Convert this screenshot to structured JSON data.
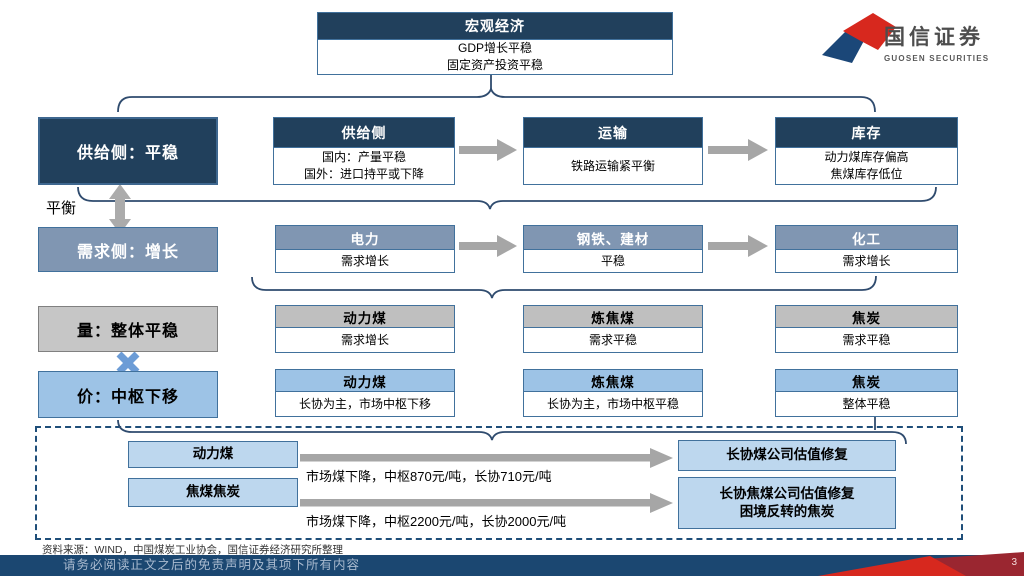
{
  "logo": {
    "cn": "国信证券",
    "en": "GUOSEN SECURITIES"
  },
  "macro": {
    "title": "宏观经济",
    "lines": [
      "GDP增长平稳",
      "固定资产投资平稳"
    ]
  },
  "left_column": {
    "supply": "供给侧：平稳",
    "balance": "平衡",
    "demand": "需求侧：增长",
    "volume": "量：整体平稳",
    "price": "价：中枢下移"
  },
  "rows": {
    "supply": [
      {
        "title": "供给侧",
        "lines": [
          "国内：产量平稳",
          "国外：进口持平或下降"
        ]
      },
      {
        "title": "运输",
        "lines": [
          "铁路运输紧平衡"
        ]
      },
      {
        "title": "库存",
        "lines": [
          "动力煤库存偏高",
          "焦煤库存低位"
        ]
      }
    ],
    "demand": [
      {
        "title": "电力",
        "lines": [
          "需求增长"
        ]
      },
      {
        "title": "钢铁、建材",
        "lines": [
          "平稳"
        ]
      },
      {
        "title": "化工",
        "lines": [
          "需求增长"
        ]
      }
    ],
    "volume": [
      {
        "title": "动力煤",
        "lines": [
          "需求增长"
        ]
      },
      {
        "title": "炼焦煤",
        "lines": [
          "需求平稳"
        ]
      },
      {
        "title": "焦炭",
        "lines": [
          "需求平稳"
        ]
      }
    ],
    "price": [
      {
        "title": "动力煤",
        "lines": [
          "长协为主，市场中枢下移"
        ]
      },
      {
        "title": "炼焦煤",
        "lines": [
          "长协为主，市场中枢平稳"
        ]
      },
      {
        "title": "焦炭",
        "lines": [
          "整体平稳"
        ]
      }
    ]
  },
  "conclusion": {
    "items": [
      {
        "label": "动力煤",
        "arrow_text": "市场煤下降，中枢870元/吨，长协710元/吨",
        "result_lines": [
          "长协煤公司估值修复"
        ]
      },
      {
        "label": "焦煤焦炭",
        "arrow_text": "市场煤下降，中枢2200元/吨，长协2000元/吨",
        "result_lines": [
          "长协焦煤公司估值修复",
          "困境反转的焦炭"
        ]
      }
    ]
  },
  "footer": {
    "source": "资料来源：WIND，中国煤炭工业协会，国信证券经济研究所整理",
    "disclaimer": "请务必阅读正文之后的免责声明及其项下所有内容",
    "page": "3"
  },
  "colors": {
    "header_navy": "#21405C",
    "header_mid_blue": "#8096B2",
    "header_gray": "#BFBFBF",
    "header_light_blue": "#9DC3E6",
    "border_blue": "#41719C",
    "connector_navy": "#2F4B6E",
    "arrow_gray": "#A6A6A6",
    "x_mark_blue": "#6C9CD6",
    "footer_navy": "#1B4771",
    "brand_red": "#D7281E",
    "brand_dark_red": "#9A2630"
  }
}
